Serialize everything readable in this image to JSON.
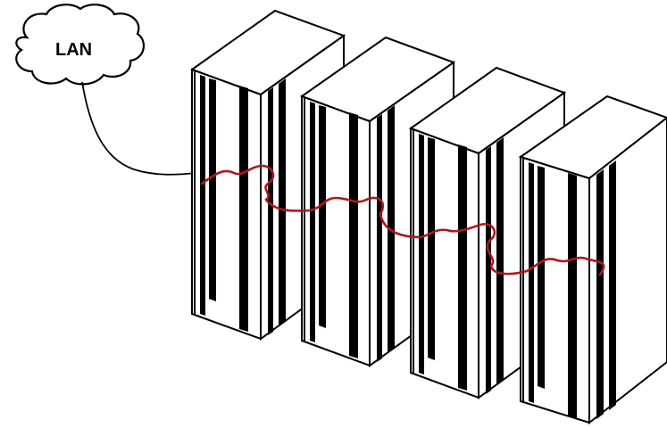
{
  "cloud": {
    "label": "LAN"
  },
  "colors": {
    "outline": "#000000",
    "fill": "#ffffff",
    "stripe": "#000000",
    "cable_lan": "#000000",
    "cable_chain": "#b0181c"
  },
  "racks": [
    {
      "id": "rack-1"
    },
    {
      "id": "rack-2"
    },
    {
      "id": "rack-3"
    },
    {
      "id": "rack-4"
    }
  ]
}
